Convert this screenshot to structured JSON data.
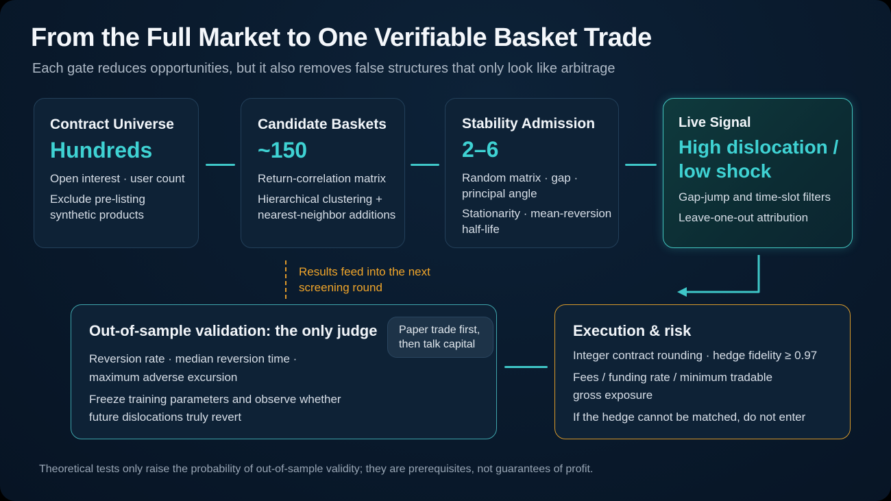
{
  "title": "From the Full Market to One Verifiable Basket Trade",
  "subtitle": "Each gate reduces opportunities, but it also removes false structures that only look like arbitrage",
  "stages": [
    {
      "head": "Contract Universe",
      "metric": "Hundreds",
      "lines": [
        "Open interest · user count",
        "Exclude pre-listing",
        "synthetic products"
      ]
    },
    {
      "head": "Candidate Baskets",
      "metric": "~150",
      "lines": [
        "Return-correlation matrix",
        "Hierarchical clustering +",
        "nearest-neighbor additions"
      ]
    },
    {
      "head": "Stability Admission",
      "metric": "2–6",
      "lines": [
        "Random matrix · gap ·",
        "principal angle",
        "Stationarity · mean-reversion",
        "half-life"
      ]
    },
    {
      "head": "Live Signal",
      "metric_lines": [
        "High dislocation /",
        "low shock"
      ],
      "lines": [
        "Gap-jump and time-slot filters",
        "Leave-one-out attribution"
      ]
    }
  ],
  "feedback_note": [
    "Results feed into the next",
    "screening round"
  ],
  "validation": {
    "head": "Out-of-sample validation: the only judge",
    "lines": [
      "Reversion rate · median reversion time ·",
      "maximum adverse excursion",
      "Freeze training parameters and observe whether",
      "future dislocations truly revert"
    ],
    "pill": [
      "Paper trade first,",
      "then talk capital"
    ]
  },
  "execution": {
    "head": "Execution & risk",
    "lines": [
      "Integer contract rounding · hedge fidelity ≥ 0.97",
      "Fees / funding rate / minimum tradable",
      "gross exposure",
      "If the hedge cannot be matched, do not enter"
    ]
  },
  "footnote": "Theoretical tests only raise the probability of out-of-sample validity; they are prerequisites, not guarantees of profit.",
  "colors": {
    "accent_cyan": "#3fd2d3",
    "accent_orange": "#f0a52a",
    "background": "#0a1b2e"
  }
}
